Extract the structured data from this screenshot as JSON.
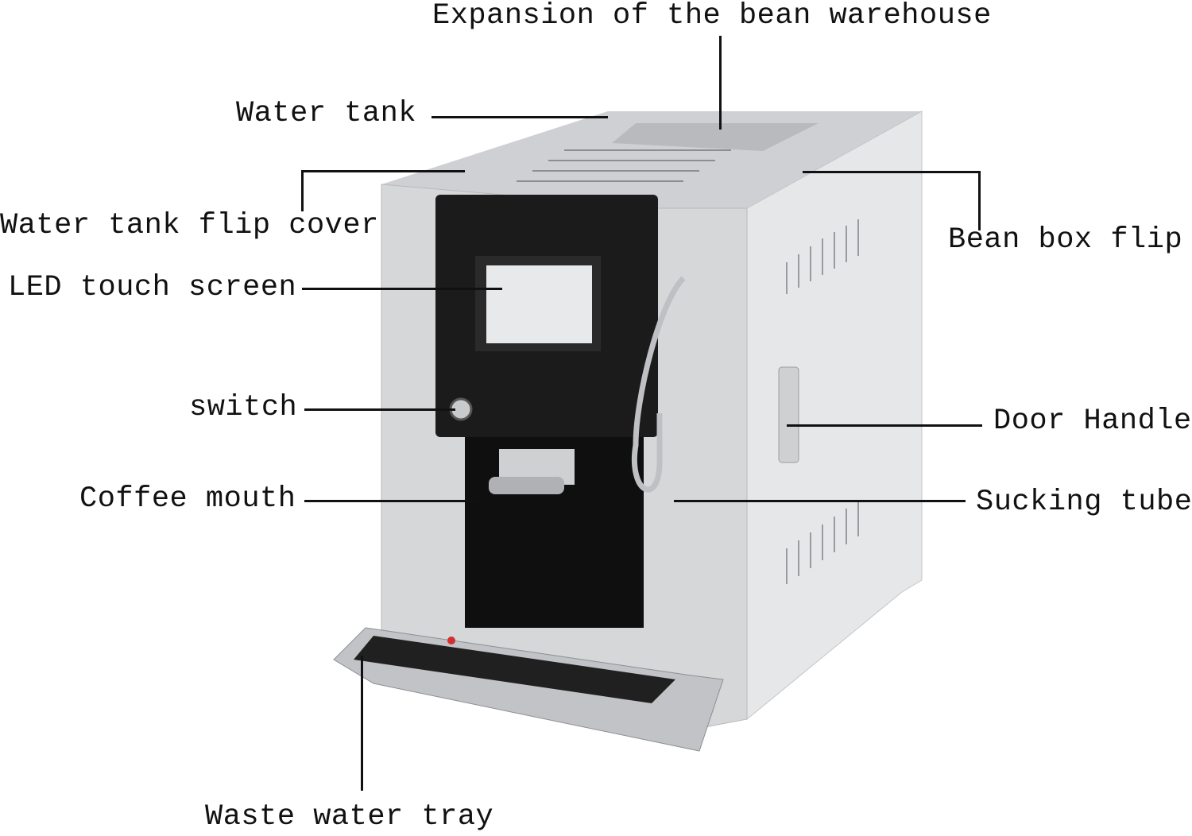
{
  "labels": {
    "bean_warehouse": "Expansion of the bean warehouse",
    "water_tank": "Water tank",
    "water_tank_flip_cover": "Water tank flip cover",
    "led_touch_screen": "LED touch screen",
    "switch": "switch",
    "coffee_mouth": "Coffee mouth",
    "waste_water_tray": "Waste water tray",
    "bean_box_flip": "Bean box flip",
    "door_handle": "Door Handle",
    "sucking_tube": "Sucking tube"
  },
  "colors": {
    "body": "#d9dadc",
    "side": "#e4e5e7",
    "front_panel": "#1a1a1a",
    "screen": "#e8e9ea",
    "line": "#111111"
  }
}
